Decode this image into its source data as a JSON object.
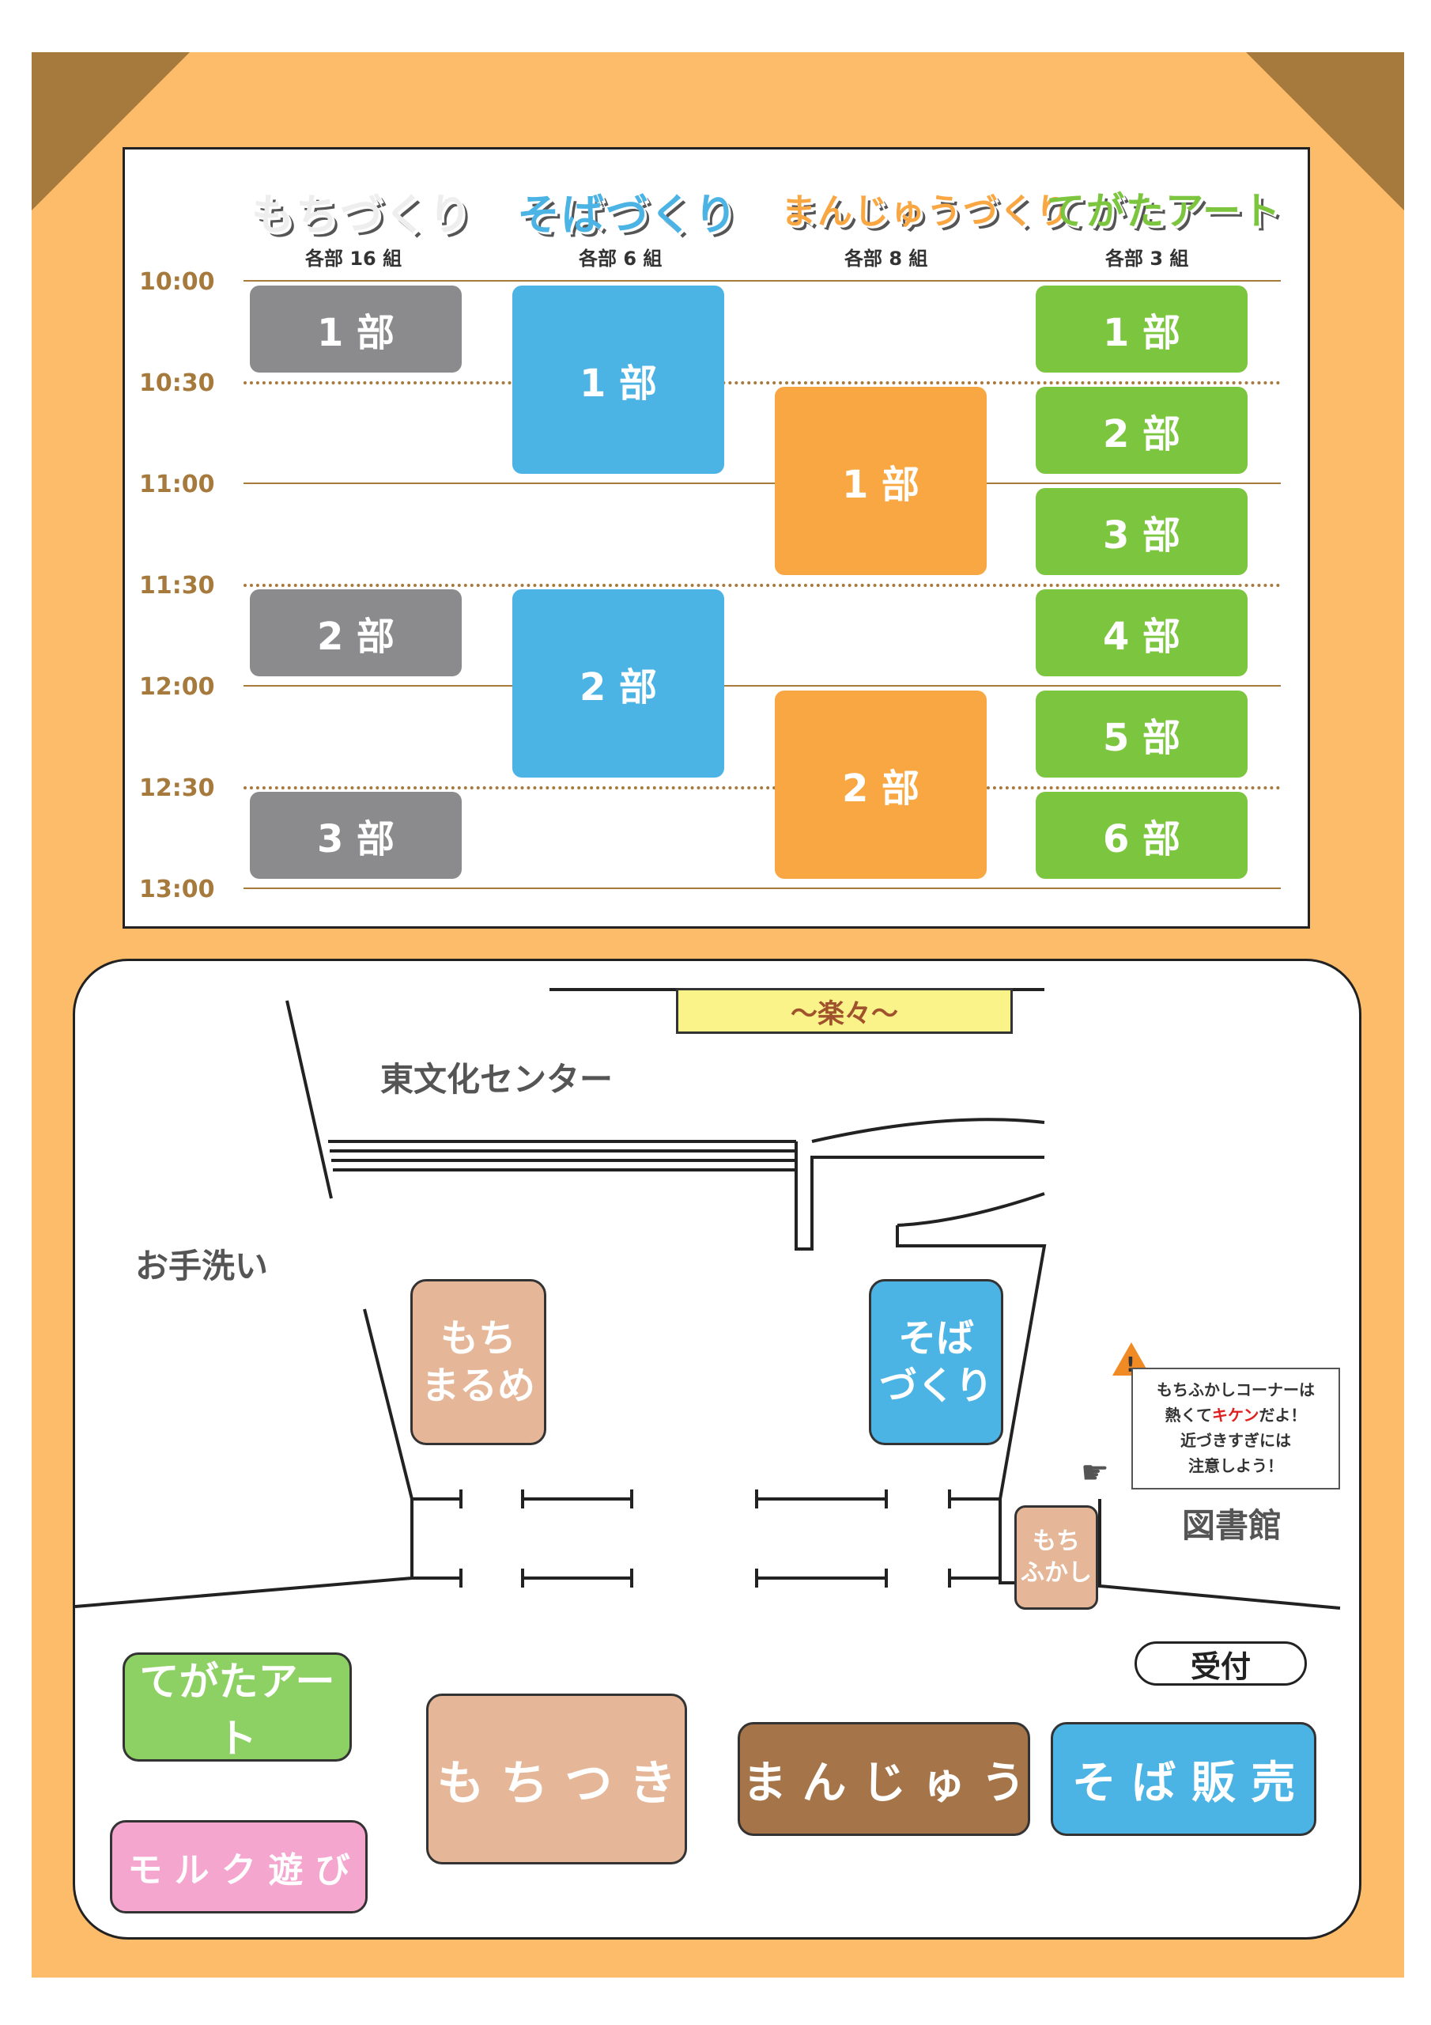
{
  "colors": {
    "frame": "#fcbc69",
    "corner": "#a57a3c",
    "mochi": "#8b8b8d",
    "soba": "#4bb4e5",
    "manju": "#f9a743",
    "tegata": "#7cc63f"
  },
  "schedule": {
    "columns": [
      {
        "title": "もちづくり",
        "sub": "各部 16 組",
        "color": "#f4f4f4"
      },
      {
        "title": "そばづくり",
        "sub": "各部 6 組",
        "color": "#4bb4e5"
      },
      {
        "title": "まんじゅうづくり",
        "sub": "各部 8 組",
        "color": "#f9a743"
      },
      {
        "title": "てがたアート",
        "sub": "各部 3 組",
        "color": "#7cc63f"
      }
    ],
    "times": [
      "10:00",
      "10:30",
      "11:00",
      "11:30",
      "12:00",
      "12:30",
      "13:00"
    ],
    "blocks": {
      "mochi": [
        "1 部",
        "2 部",
        "3 部"
      ],
      "soba": [
        "1 部",
        "2 部"
      ],
      "manju": [
        "1 部",
        "2 部"
      ],
      "tegata": [
        "1 部",
        "2 部",
        "3 部",
        "4 部",
        "5 部",
        "6 部"
      ]
    }
  },
  "map": {
    "banner": "～楽々～",
    "building": "東文化センター",
    "restroom": "お手洗い",
    "library": "図書館",
    "reception": "受付",
    "warning_icon": "warning-icon",
    "notice": {
      "line1_a": "もちふかしコーナーは",
      "line2_a": "熱くて",
      "line2_hot": "キケン",
      "line2_b": "だよ！",
      "line3": "近づきすぎには",
      "line4": "注意しよう！"
    },
    "booths": {
      "mochi_marume": [
        "もち",
        "まるめ"
      ],
      "soba_zukuri": [
        "そば",
        "づくり"
      ],
      "mochi_fukashi": [
        "もち",
        "ふかし"
      ],
      "tegata_art": "てがたアート",
      "mochitsuki": "も ち つ き",
      "manju": "ま ん じ ゅ う",
      "soba_hanbai": "そ ば 販 売",
      "moruku": "モ ル ク 遊 び"
    }
  }
}
